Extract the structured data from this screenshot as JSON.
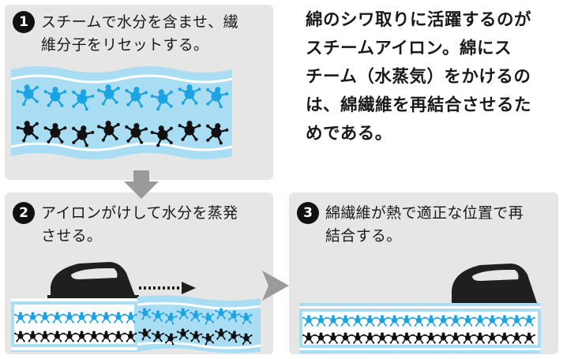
{
  "intro": {
    "text": "綿のシワ取りに活躍するのが\nスチームアイロン。綿にス\nチーム（水蒸気）をかけるの\nは、綿繊維を再結合させるた\nめである。"
  },
  "steps": [
    {
      "number": "1",
      "text": "スチームで水分を含ませ、繊\n維分子をリセットする。"
    },
    {
      "number": "2",
      "text": "アイロンがけして水分を蒸発\nさせる。"
    },
    {
      "number": "3",
      "text": "綿繊維が熱で適正な位置で再\n結合する。"
    }
  ],
  "colors": {
    "panel_background": "#e6e6e6",
    "water_band": "#a9ddf3",
    "fiber_blue": "#1ca3e4",
    "fiber_black": "#111111",
    "arrow_gray": "#9a9a9a",
    "iron": "#1f1f1f"
  },
  "icons": [
    "steam-iron-icon",
    "arrow-down-icon",
    "arrow-right-icon",
    "dotted-arrow-icon"
  ]
}
